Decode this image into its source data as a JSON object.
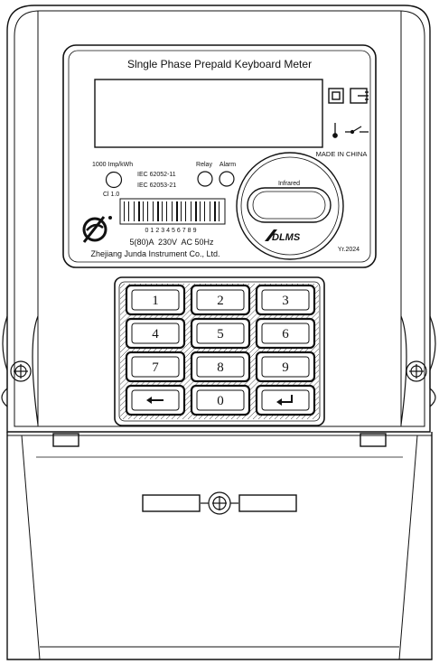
{
  "meter": {
    "title": "Slngle Phase Prepald Keyboard Meter",
    "made_in": "MADE IN CHINA",
    "imp_rate": "1000 Imp/kWh",
    "class": "Cl 1.0",
    "standards": [
      "IEC 62052-11",
      "IEC 62053-21"
    ],
    "relay_label": "Relay",
    "alarm_label": "Alarm",
    "infrared_label": "Infrared",
    "dlms_logo": "DLMS",
    "barcode_digits": "0123456789",
    "rating": "5(80)A  230V  AC 50Hz",
    "manufacturer": "Zhejiang Junda Instrument Co., Ltd.",
    "year": "Yr.2024"
  },
  "keypad": {
    "keys": [
      "1",
      "2",
      "3",
      "4",
      "5",
      "6",
      "7",
      "8",
      "9",
      "backspace",
      "0",
      "enter"
    ]
  },
  "icons": [
    "square-symbol-icon",
    "double-insulation-icon",
    "earth-icon",
    "switch-icon",
    "seal-screw-icon",
    "brand-logo-icon"
  ]
}
